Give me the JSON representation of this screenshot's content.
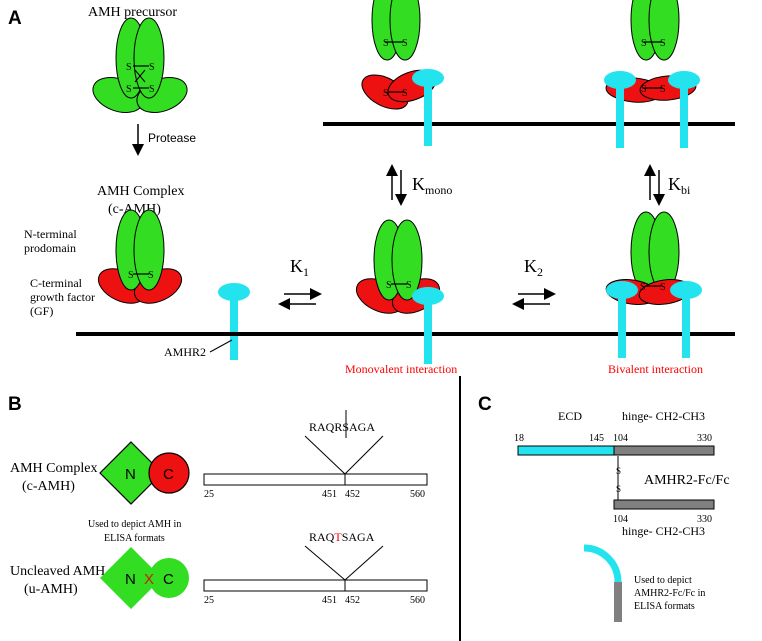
{
  "colors": {
    "prodomain": "#33dd22",
    "growth_factor": "#ee1111",
    "receptor": "#22e3ee",
    "fc": "#808080",
    "membrane": "#000000",
    "highlight": "#ff0000"
  },
  "panels": {
    "a": "A",
    "b": "B",
    "c": "C"
  },
  "panel_a": {
    "precursor_label": "AMH precursor",
    "protease_label": "Protease",
    "complex_label_line1": "AMH Complex",
    "complex_label_line2": "(c-AMH)",
    "prodomain_label_line1": "N-terminal",
    "prodomain_label_line2": "prodomain",
    "gf_label_line1": "C-terminal",
    "gf_label_line2": "growth factor",
    "gf_label_line3": "(GF)",
    "receptor_label": "AMHR2",
    "disulfide": "S",
    "k1": "K",
    "k1_sub": "1",
    "k2": "K",
    "k2_sub": "2",
    "kmono": "K",
    "kmono_sub": "mono",
    "kbi": "K",
    "kbi_sub": "bi",
    "monovalent_label": "Monovalent interaction",
    "bivalent_label": "Bivalent interaction"
  },
  "panel_b": {
    "complex_label_line1": "AMH Complex",
    "complex_label_line2": "(c-AMH)",
    "n_label": "N",
    "c_label": "C",
    "x_label": "X",
    "elisa_note_line1": "Used to depict AMH in",
    "elisa_note_line2": "ELISA formats",
    "uncleaved_label_line1": "Uncleaved AMH",
    "uncleaved_label_line2": "(u-AMH)",
    "cleavage_seq_prefix": "RAQR",
    "cleavage_seq_suffix": "SAGA",
    "mutant_seq_prefix": "RAQ",
    "mutant_seq_mut": "T",
    "mutant_seq_suffix": "SAGA",
    "ticks": [
      "25",
      "451",
      "452",
      "560"
    ]
  },
  "panel_c": {
    "ecd_label": "ECD",
    "hinge_label": "hinge- CH2-CH3",
    "top_ticks": [
      "18",
      "145",
      "104",
      "330"
    ],
    "bottom_ticks": [
      "104",
      "330"
    ],
    "construct_label": "AMHR2-Fc/Fc",
    "hinge_label_bottom": "hinge- CH2-CH3",
    "elisa_note_line1": "Used to depict",
    "elisa_note_line2": "AMHR2-Fc/Fc in",
    "elisa_note_line3": "ELISA formats",
    "disulfide": "S"
  }
}
